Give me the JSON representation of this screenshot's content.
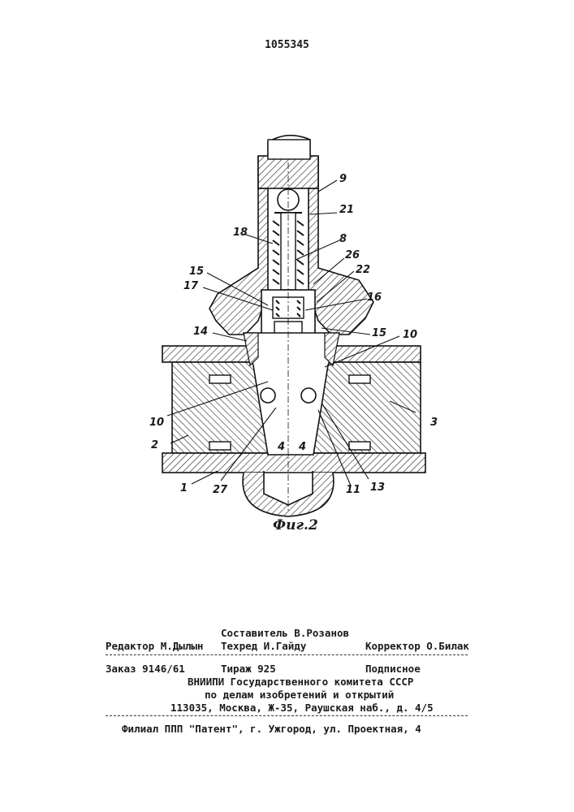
{
  "document": {
    "patent_number": "1055345",
    "figure_caption": "Фиг.2",
    "part_labels": [
      "9",
      "21",
      "18",
      "8",
      "26",
      "22",
      "15",
      "17",
      "16",
      "14",
      "15",
      "10",
      "10",
      "3",
      "2",
      "4",
      "4",
      "1",
      "27",
      "11",
      "13"
    ]
  },
  "imprint": {
    "compiler": "Составитель В.Розанов",
    "editor": "Редактор М.Дылын",
    "tech_editor": "Техред И.Гайду",
    "proofreader": "Корректор О.Билак",
    "order": "Заказ 9146/61",
    "circulation": "Тираж 925",
    "subscription": "Подписное",
    "org_line1": "ВНИИПИ Государственного комитета СССР",
    "org_line2": "по делам изобретений и открытий",
    "address": "113035, Москва, Ж-35, Раушская наб., д. 4/5",
    "branch": "Филиал ППП \"Патент\", г. Ужгород, ул. Проектная, 4"
  }
}
